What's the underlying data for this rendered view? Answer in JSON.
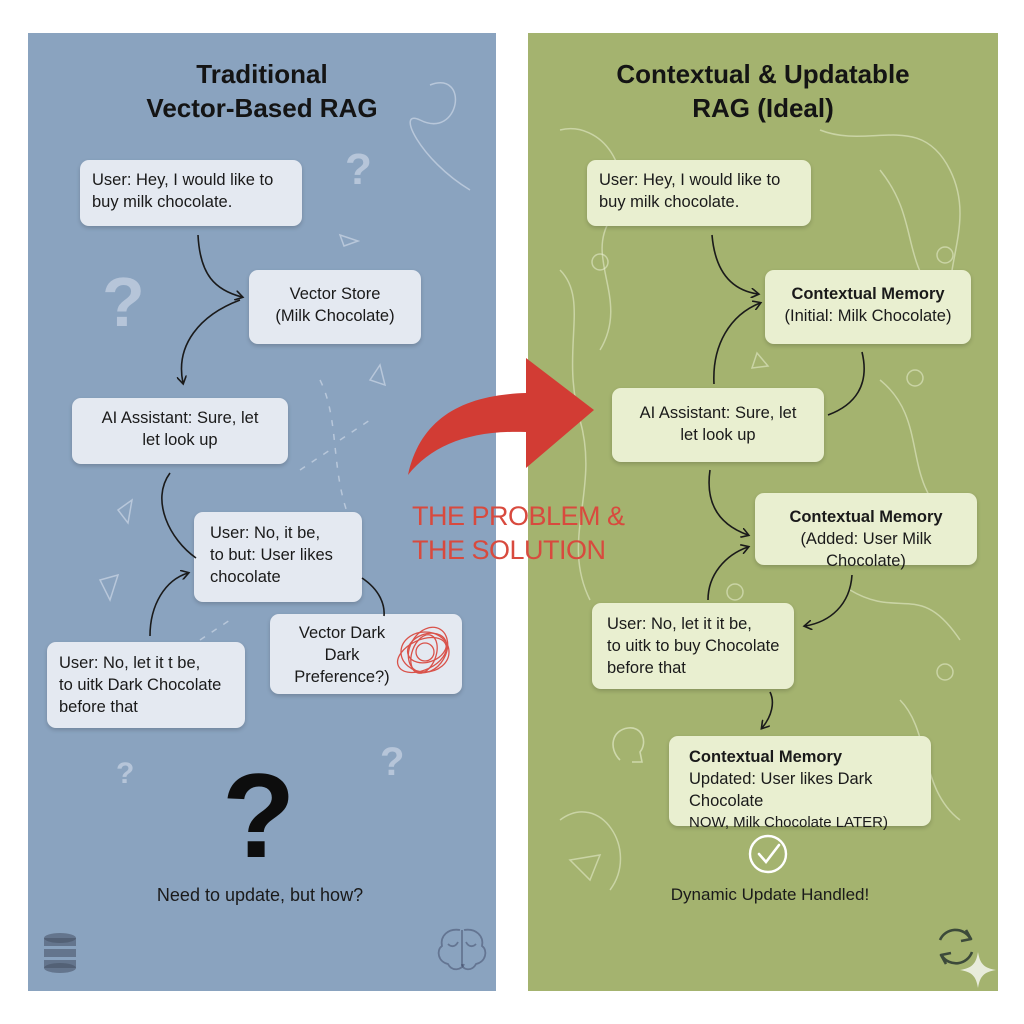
{
  "left": {
    "title_line1": "Traditional",
    "title_line2": "Vector-Based RAG",
    "user_msg_1": [
      "User: Hey, I would like to",
      "buy milk chocolate."
    ],
    "vector_store": [
      "Vector Store",
      "(Milk Chocolate)"
    ],
    "ai_reply": [
      "AI Assistant: Sure, let",
      "let look up"
    ],
    "user_msg_2": [
      "User: No, it be,",
      "to but: User likes",
      "chocolate"
    ],
    "user_msg_3": [
      "User: No, let it t be,",
      "to uitk Dark Chocolate",
      "before that"
    ],
    "vector_dark": [
      "Vector Dark",
      "Dark",
      "Preference?)"
    ],
    "big_question": "?",
    "caption": "Need to update, but how?"
  },
  "center": {
    "label_line1": "THE PROBLEM &",
    "label_line2": "THE SOLUTION"
  },
  "right": {
    "title_line1": "Contextual & Updatable",
    "title_line2": "RAG (Ideal)",
    "user_msg_1": [
      "User: Hey, I would like to",
      "buy milk chocolate."
    ],
    "memory_1": [
      "Contextual Memory",
      "(Initial: Milk Chocolate)"
    ],
    "ai_reply": [
      "AI Assistant: Sure, let",
      "let look up"
    ],
    "memory_2": [
      "Contextual Memory",
      "(Added: User Milk Chocolate)"
    ],
    "user_msg_2": [
      "User: No, let it it be,",
      "to uitk to buy Chocolate",
      "before that"
    ],
    "memory_3": [
      "Contextual Memory",
      "Updated: User likes Dark Chocolate",
      "NOW, Milk Chocolate LATER)"
    ],
    "caption": "Dynamic Update Handled!"
  },
  "colors": {
    "left_bg": "#8aa3bf",
    "right_bg": "#a4b36f",
    "arrow": "#d23c34",
    "label": "#d84a3e"
  },
  "icons": [
    "database-icon",
    "brain-icon",
    "refresh-icon",
    "checkmark-circle-icon",
    "sparkle-icon",
    "question-mark-icon",
    "tangle-scribble-icon",
    "curved-arrow-icon"
  ]
}
